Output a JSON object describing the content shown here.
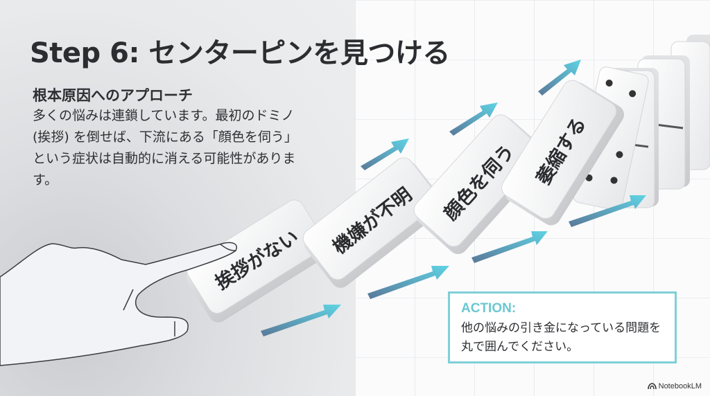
{
  "slide": {
    "title": "Step 6: センターピンを見つける",
    "subtitle": "根本原因へのアプローチ",
    "body": "多くの悩みは連鎖しています。最初のドミノ (挨拶) を倒せば、下流にある「顔色を伺う」という症状は自動的に消える可能性があります。"
  },
  "illustration": {
    "dominoes": [
      {
        "label": "挨拶がない"
      },
      {
        "label": "機嫌が不明"
      },
      {
        "label": "顔色を伺う"
      },
      {
        "label": "萎縮する"
      }
    ],
    "arrow_colors": {
      "start": "#5a7898",
      "end": "#5fd3e4"
    },
    "icons": [
      "pointing-hand-icon",
      "arrow-icon",
      "domino-icon"
    ]
  },
  "action": {
    "title": "ACTION:",
    "text": "他の悩みの引き金になっている問題を丸で囲んでください。",
    "border_color": "#7fcfd6",
    "title_color": "#6cc7d0"
  },
  "brand": {
    "label": "NotebookLM",
    "icon": "notebooklm-logo-icon"
  }
}
